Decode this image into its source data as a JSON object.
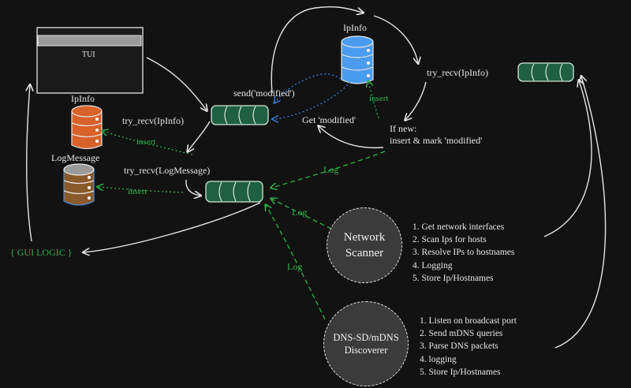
{
  "tui_label": "TUI",
  "labels": {
    "ipinfo_top": "IpInfo",
    "ipinfo_left": "IpInfo",
    "logmessage": "LogMessage",
    "send_modified": "send('modified')",
    "get_modified": "Get 'modified'",
    "try_recv_ipinfo_left": "try_recv(IpInfo)",
    "try_recv_logmessage": "try_recv(LogMessage)",
    "try_recv_ipinfo_right": "try_recv(IpInfo)",
    "if_new_line1": "If new:",
    "if_new_line2": "insert & mark 'modified'",
    "insert_top": "insert",
    "insert_ipinfo": "insert",
    "insert_log": "insert",
    "log_1": "Log",
    "log_2": "Log",
    "log_3": "Log",
    "gui_logic": "{ GUI LOGIC }"
  },
  "network_scanner": {
    "name_line1": "Network",
    "name_line2": "Scanner",
    "steps": [
      "1. Get network interfaces",
      "2. Scan Ips for hosts",
      "3. Resolve IPs to hostnames",
      "4. Logging",
      "5. Store Ip/Hostnames"
    ]
  },
  "dns_discoverer": {
    "name_line1": "DNS-SD/mDNS",
    "name_line2": "Discoverer",
    "steps": [
      "1. Listen on broadcast port",
      "2. Send mDNS queries",
      "3. Parse DNS packets",
      "4. logging",
      "5. Store Ip/Hostnames"
    ]
  },
  "colors": {
    "background": "#121212",
    "channel": "#1f5f44",
    "db_blue": "#4a9cf0",
    "db_orange": "#d9612a",
    "db_logmessage": "#8a5a2a",
    "accent_green": "#2fb34a",
    "blue_dotted": "#3a7bd5"
  }
}
